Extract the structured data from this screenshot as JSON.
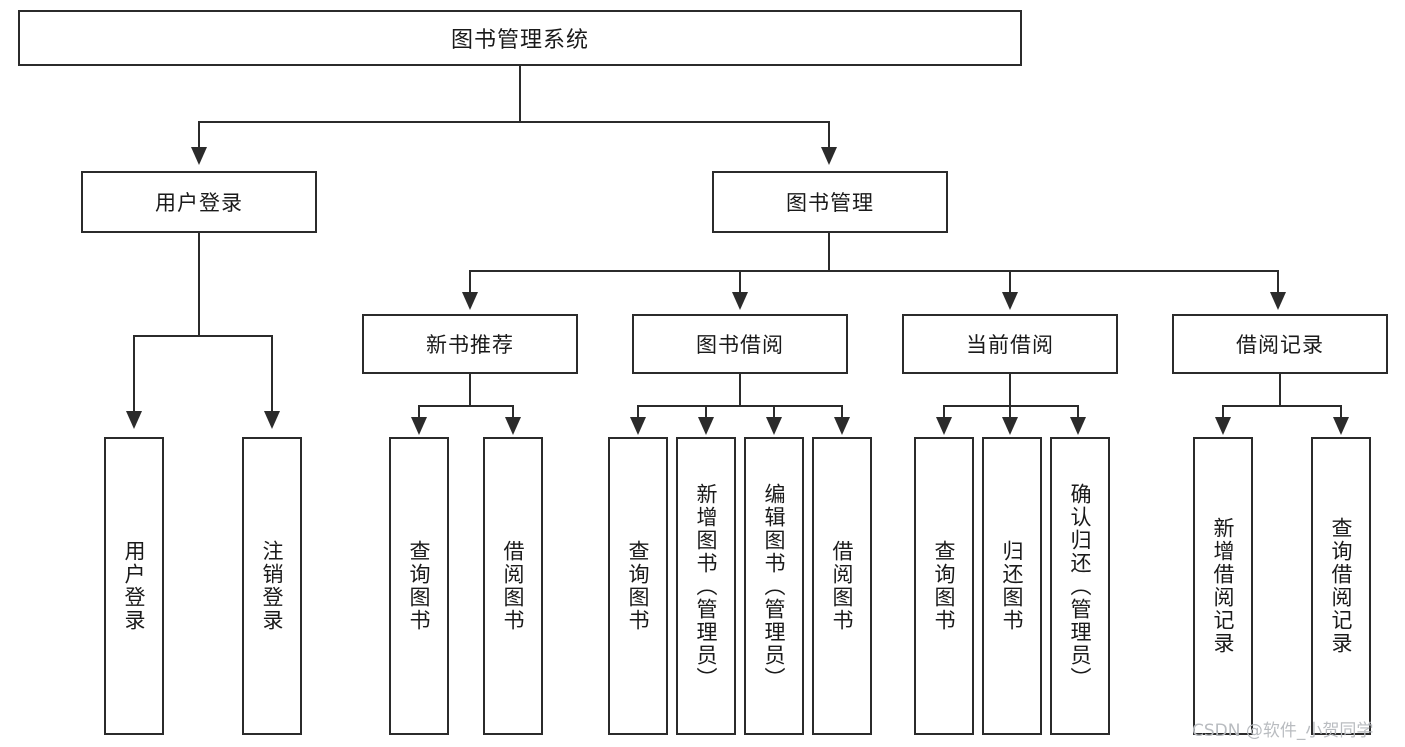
{
  "diagram": {
    "title": "图书管理系统",
    "root": {
      "label": "图书管理系统"
    },
    "level2": [
      {
        "label": "用户登录"
      },
      {
        "label": "图书管理"
      }
    ],
    "level3": [
      {
        "label": "新书推荐"
      },
      {
        "label": "图书借阅"
      },
      {
        "label": "当前借阅"
      },
      {
        "label": "借阅记录"
      }
    ],
    "leaves": {
      "user_login": [
        {
          "label": "用户登录"
        },
        {
          "label": "注销登录"
        }
      ],
      "new_book_recommend": [
        {
          "label": "查询图书"
        },
        {
          "label": "借阅图书"
        }
      ],
      "book_borrow": [
        {
          "label": "查询图书"
        },
        {
          "label": "新增图书（管理员）"
        },
        {
          "label": "编辑图书（管理员）"
        },
        {
          "label": "借阅图书"
        }
      ],
      "current_borrow": [
        {
          "label": "查询图书"
        },
        {
          "label": "归还图书"
        },
        {
          "label": "确认归还（管理员）"
        }
      ],
      "borrow_record": [
        {
          "label": "新增借阅记录"
        },
        {
          "label": "查询借阅记录"
        }
      ]
    }
  },
  "watermark": {
    "text": "CSDN @软件_小贺同学"
  },
  "colors": {
    "stroke": "#2b2b2b",
    "background": "#ffffff",
    "text": "#1a1a1a",
    "watermark": "#b9bcc0"
  }
}
